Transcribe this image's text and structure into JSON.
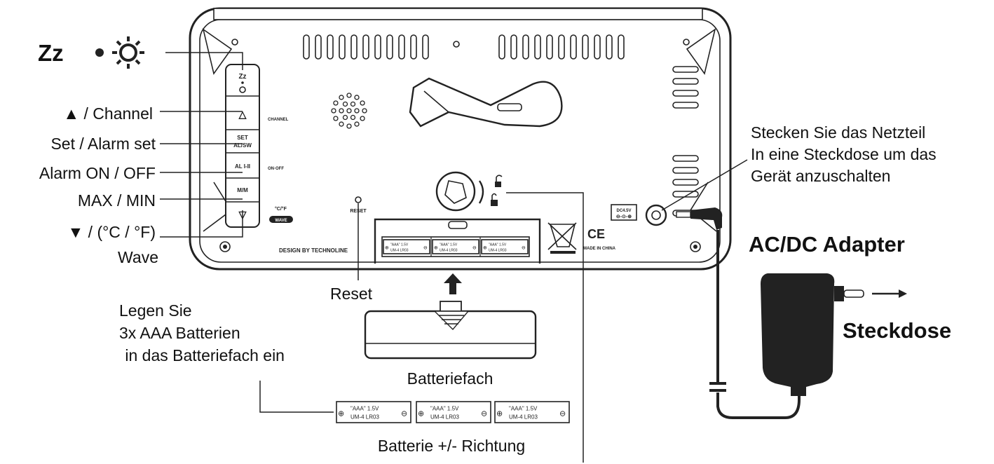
{
  "left_labels": {
    "zz": "Zz",
    "channel": "▲ / Channel",
    "set_alarm": "Set / Alarm set",
    "alarm_on_off": "Alarm ON / OFF",
    "max_min": "MAX / MIN",
    "down_unit": "▼ / (°C / °F)",
    "wave": "Wave"
  },
  "panel_button_labels": {
    "up": "△",
    "set": "SET",
    "alarm": "AL/SW",
    "al_onoff": "AL I-II",
    "maxmin": "M/M",
    "down": "▽",
    "channel_small": "CHANNEL",
    "onoff_small": "ON·OFF",
    "wave_small": "WAVE"
  },
  "device": {
    "reset_small": "RESET",
    "design_by": "DESIGN BY TECHNOLINE",
    "battery_cell": {
      "type": "\"AAA\"",
      "voltage": "1.5V",
      "um": "UM-4",
      "lr": "LR03"
    },
    "dc_label": "DC4.5V",
    "made_in": "MADE IN CHINA",
    "ce": "CE"
  },
  "callouts": {
    "reset": "Reset",
    "batteries_line1": "Legen Sie",
    "batteries_line2": "3x AAA Batterien",
    "batteries_line3": " in das Batteriefach ein",
    "battery_compartment": "Batteriefach",
    "battery_direction": "Batterie +/- Richtung",
    "plug_line1": "Stecken Sie das Netzteil",
    "plug_line2": "In eine Steckdose um das",
    "plug_line3": "Gerät anzuschalten",
    "adapter": "AC/DC Adapter",
    "socket": "Steckdose"
  }
}
